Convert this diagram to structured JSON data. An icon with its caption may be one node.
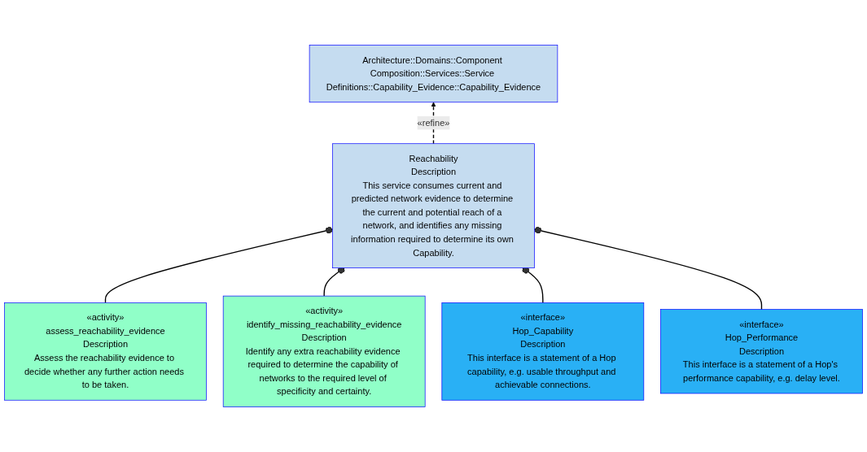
{
  "diagram": {
    "nodes": [
      {
        "text": [
          "Architecture::Domains::Component Composition::Services::Service Definitions::Capability_Evidence::Capability_Evidence"
        ]
      },
      {
        "text": [
          "Reachability",
          "Description",
          "This service consumes current and predicted network evidence to determine the current and potential reach of a network, and identifies any missing information required to determine its own Capability."
        ]
      },
      {
        "text": [
          "«activity»",
          "assess_reachability_evidence",
          "Description",
          "Assess the reachability evidence to decide whether any further action needs to be taken."
        ]
      },
      {
        "text": [
          "«activity»",
          "identify_missing_reachability_evidence",
          "Description",
          "Identify any extra reachability evidence required to determine the capability of networks to the required level of specificity and certainty."
        ]
      },
      {
        "text": [
          "«interface»",
          "Hop_Capability",
          "Description",
          "This interface is a statement of a Hop capability, e.g. usable throughput and achievable connections."
        ]
      },
      {
        "text": [
          "«interface»",
          "Hop_Performance",
          "Description",
          "This interface is a statement of a Hop's performance capability, e.g. delay level."
        ]
      }
    ],
    "edges": [
      {
        "from": 1,
        "to": 0,
        "arrow": "to",
        "style": "dashed",
        "label": "«refine»"
      },
      {
        "from": 2,
        "to": 1,
        "arrow": "other"
      },
      {
        "from": 3,
        "to": 1,
        "arrow": "other"
      },
      {
        "from": 4,
        "to": 1,
        "arrow": "other"
      },
      {
        "from": 5,
        "to": 1,
        "arrow": "other"
      }
    ]
  }
}
